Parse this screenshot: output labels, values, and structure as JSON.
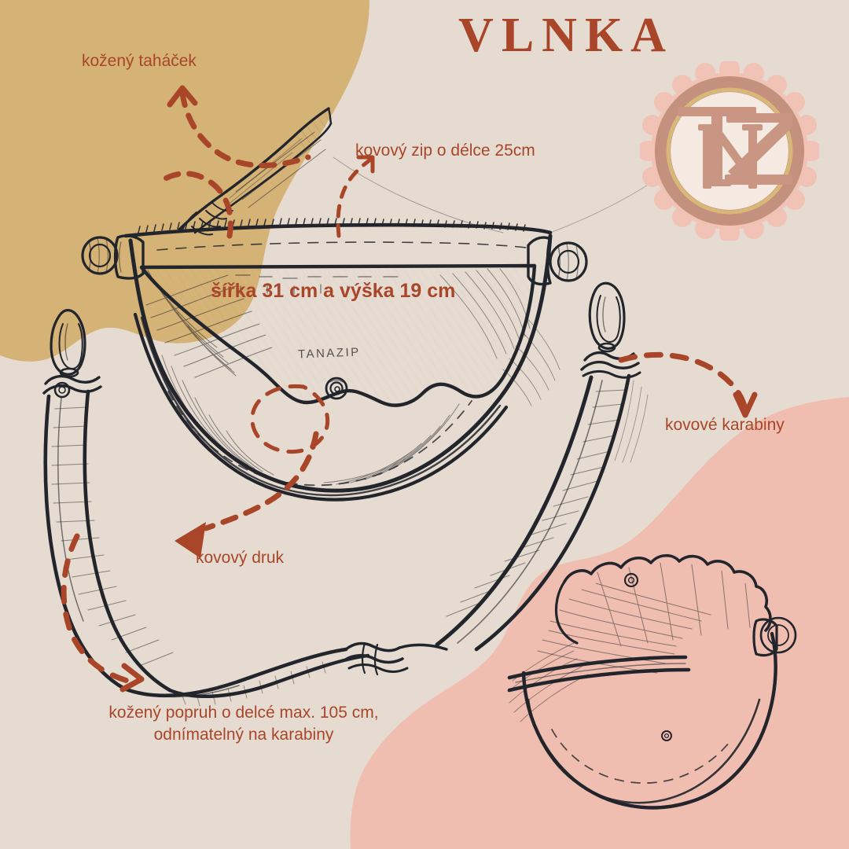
{
  "poster": {
    "title": "VLNKA",
    "background_color": "#E6DBD0",
    "accent_color": "#A9462A",
    "ochre_color": "#D5B275",
    "pink_color": "#F0BEB0",
    "ink_color": "#22252B"
  },
  "logo": {
    "monogram": "TNZ",
    "scallop_color": "#F0C3B6",
    "ring_color": "#C5917F",
    "gold_ring_color": "#D9B779",
    "center_color": "#F4EAE2",
    "letter_color": "#C89683"
  },
  "annotations": [
    {
      "id": "tahacek",
      "text": "kožený taháček",
      "arrow": "dashed-curve-up"
    },
    {
      "id": "zip",
      "text": "kovový zip o délce 25cm",
      "arrow": "dashed-curve-up-left"
    },
    {
      "id": "dims",
      "text": "šířka 31 cm a výška 19 cm",
      "arrow": "none"
    },
    {
      "id": "karabiny",
      "text": "kovové karabiny",
      "arrow": "dashed-arc-down-right"
    },
    {
      "id": "druk",
      "text": "kovový druk",
      "arrow": "dashed-curve-down-left-solid-head"
    },
    {
      "id": "popruh",
      "text": "kožený popruh o delcé max. 105 cm,\nodnímatelný na karabiny",
      "arrow": "dashed-curve-down"
    }
  ],
  "sketch": {
    "handwritten_mark": "TANAZIP",
    "subject": "half-moon crossbody bag line sketch",
    "views": [
      "front view with strap",
      "bottom-right detail view"
    ]
  }
}
